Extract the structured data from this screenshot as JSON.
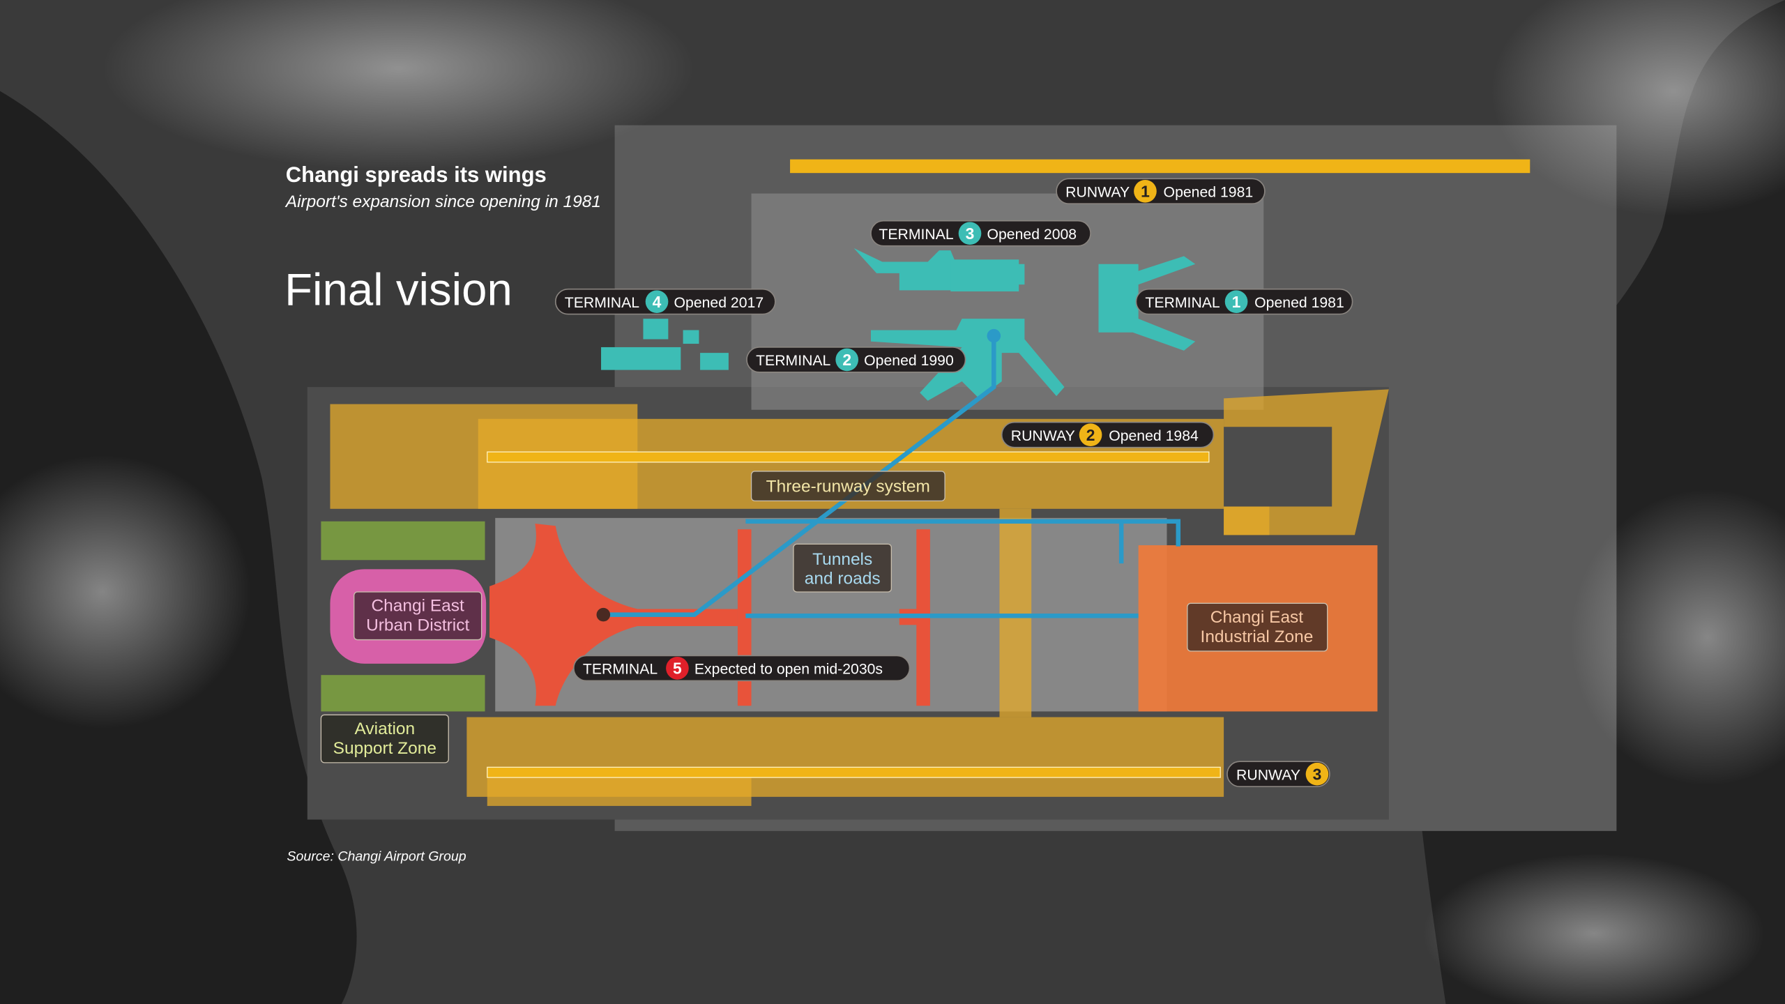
{
  "header": {
    "title": "Changi spreads its wings",
    "subtitle": "Airport's expansion since opening in 1981",
    "stage": "Final vision"
  },
  "labels": {
    "runway1": {
      "name": "RUNWAY",
      "num": "1",
      "status": "Opened 1981"
    },
    "runway2": {
      "name": "RUNWAY",
      "num": "2",
      "status": "Opened 1984"
    },
    "runway3": {
      "name": "RUNWAY",
      "num": "3"
    },
    "terminal1": {
      "name": "TERMINAL",
      "num": "1",
      "status": "Opened 1981"
    },
    "terminal2": {
      "name": "TERMINAL",
      "num": "2",
      "status": "Opened 1990"
    },
    "terminal3": {
      "name": "TERMINAL",
      "num": "3",
      "status": "Opened 2008"
    },
    "terminal4": {
      "name": "TERMINAL",
      "num": "4",
      "status": "Opened 2017"
    },
    "terminal5": {
      "name": "TERMINAL",
      "num": "5",
      "status": "Expected to open mid-2030s"
    }
  },
  "zones": {
    "three_runway": "Three-runway system",
    "tunnels": [
      "Tunnels",
      "and roads"
    ],
    "urban": [
      "Changi East",
      "Urban District"
    ],
    "industrial": [
      "Changi East",
      "Industrial Zone"
    ],
    "aviation": [
      "Aviation",
      "Support Zone"
    ]
  },
  "source": "Source: Changi Airport Group",
  "colors": {
    "runway": "#f0b417",
    "existing_terminal": "#3dbdb5",
    "terminal5": "#e8533a",
    "urban": "#d760a8",
    "industrial": "#ef7a3a",
    "aviation_support": "#7fa540",
    "tunnels": "#2b9ac8"
  }
}
